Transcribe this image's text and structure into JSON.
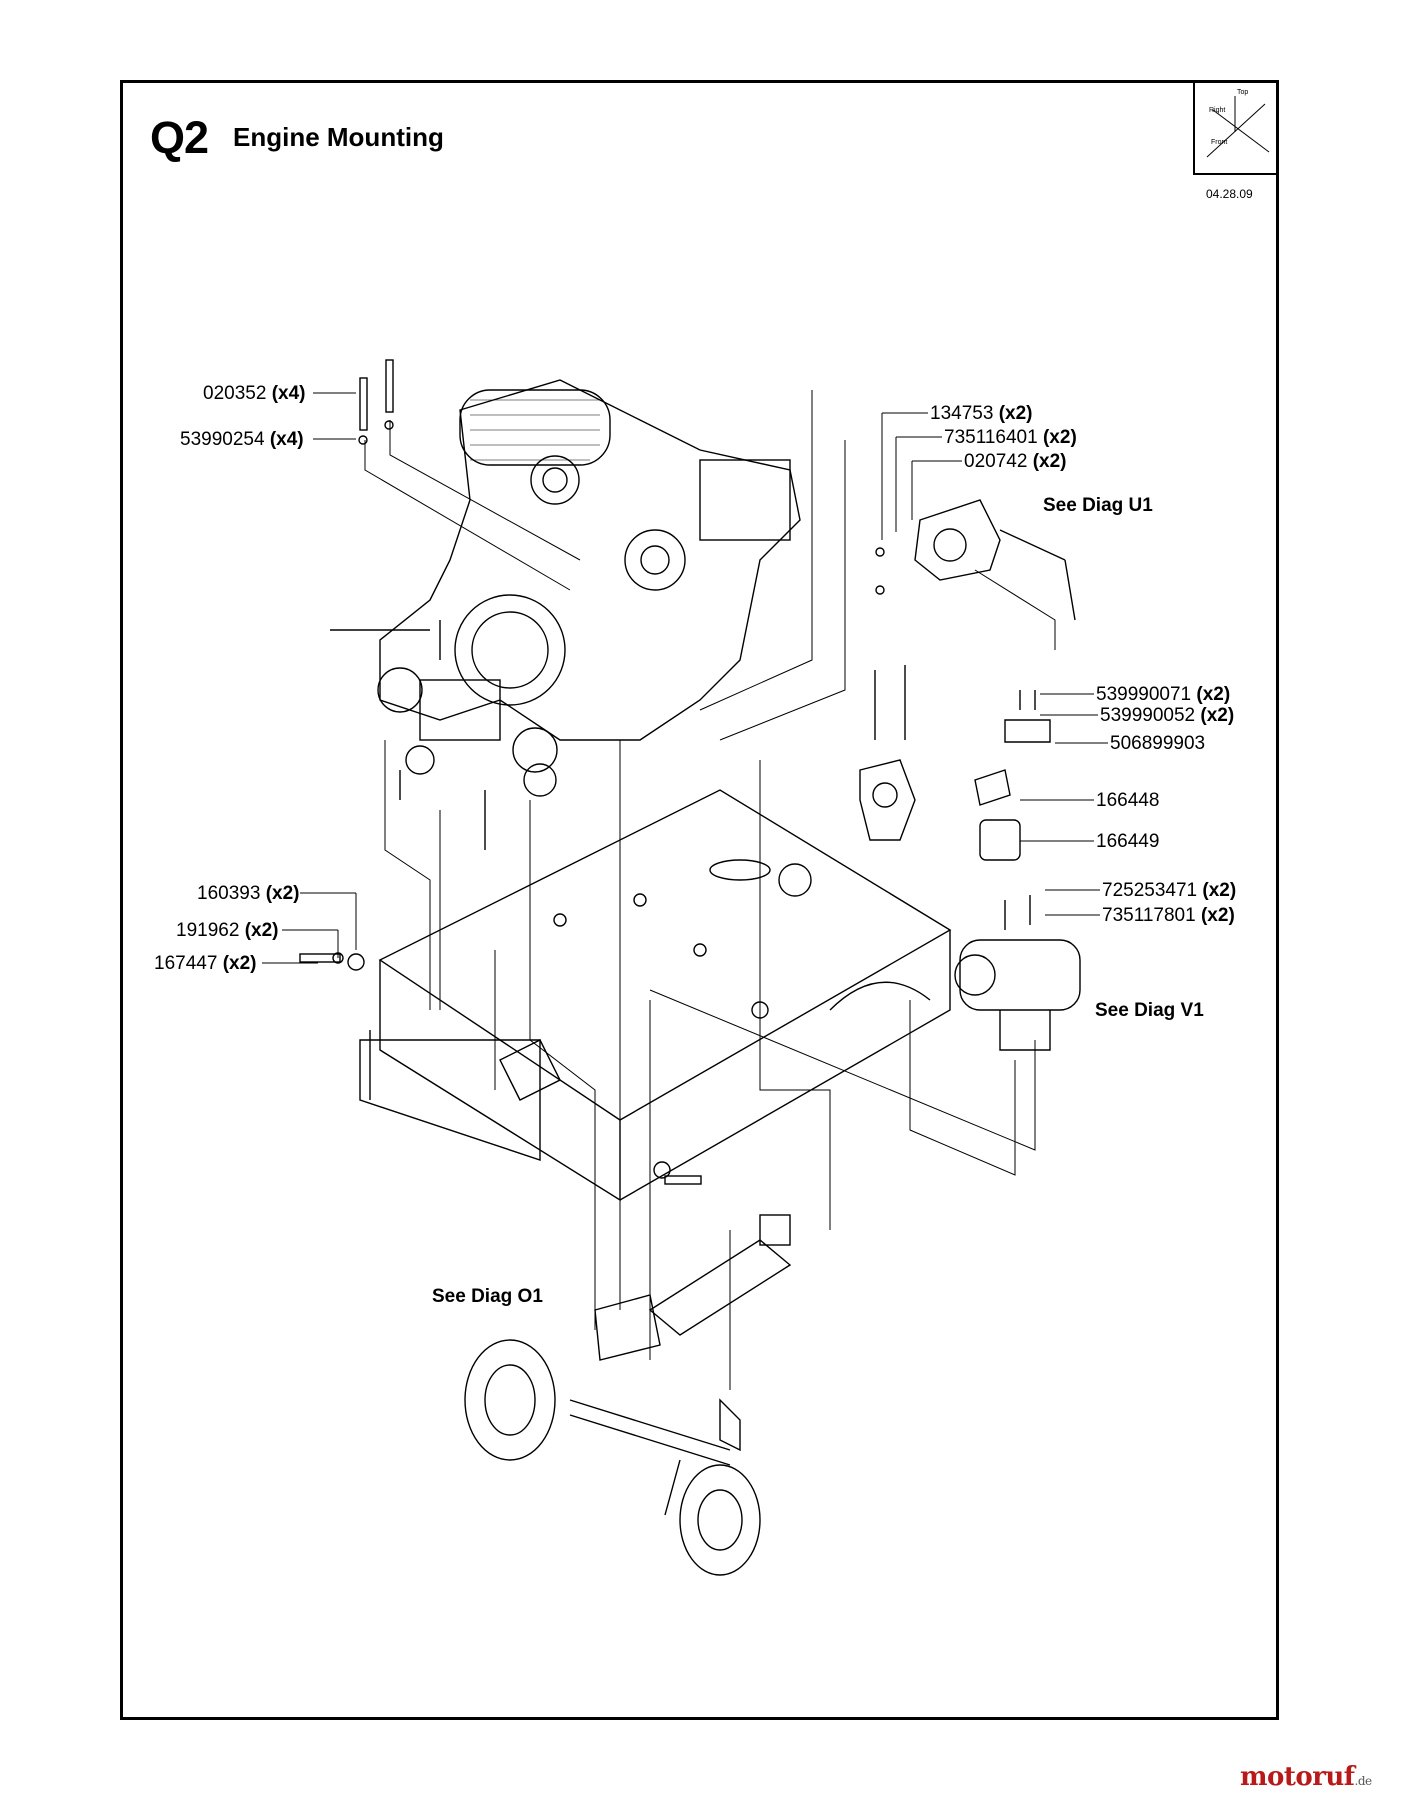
{
  "header": {
    "section": "Q2",
    "title": "Engine Mounting",
    "date": "04.28.09"
  },
  "axes": {
    "top": "Top",
    "right": "Right",
    "front": "Front"
  },
  "callouts": [
    {
      "part": "020352",
      "qty": "(x4)"
    },
    {
      "part": "53990254",
      "qty": "(x4)"
    },
    {
      "part": "134753",
      "qty": "(x2)"
    },
    {
      "part": "735116401",
      "qty": "(x2)"
    },
    {
      "part": "020742",
      "qty": "(x2)"
    },
    {
      "part": "539990071",
      "qty": "(x2)"
    },
    {
      "part": "539990052",
      "qty": "(x2)"
    },
    {
      "part": "506899903",
      "qty": ""
    },
    {
      "part": "166448",
      "qty": ""
    },
    {
      "part": "166449",
      "qty": ""
    },
    {
      "part": "725253471",
      "qty": "(x2)"
    },
    {
      "part": "735117801",
      "qty": "(x2)"
    },
    {
      "part": "160393",
      "qty": "(x2)"
    },
    {
      "part": "191962",
      "qty": "(x2)"
    },
    {
      "part": "167447",
      "qty": "(x2)"
    }
  ],
  "references": {
    "u1": "See Diag U1",
    "v1": "See Diag V1",
    "o1": "See Diag O1"
  },
  "watermark": {
    "brand": "motoruf",
    "tld": ".de"
  }
}
